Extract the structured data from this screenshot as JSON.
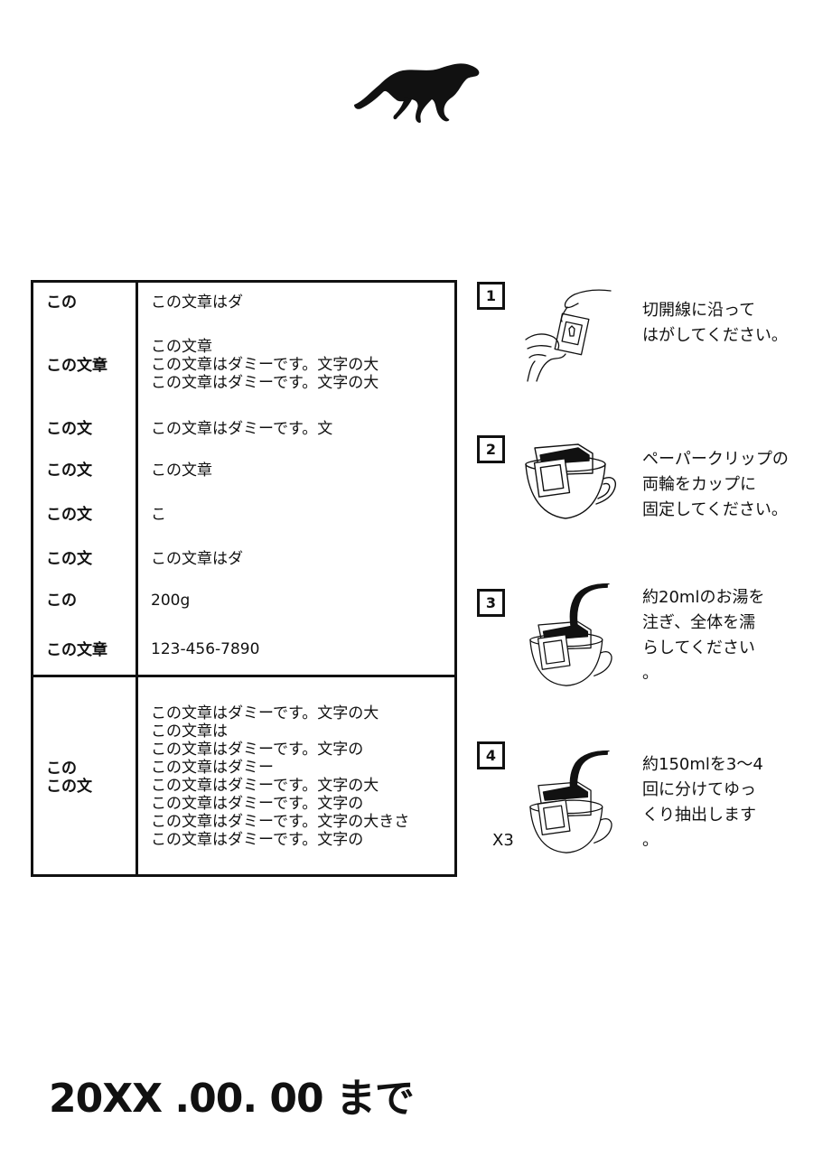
{
  "logo": {
    "icon": "cheetah-icon"
  },
  "table": {
    "rows": [
      {
        "label": "この",
        "value": "この文章はダ"
      },
      {
        "label": "この文章",
        "value_lines": [
          "この文章",
          "この文章はダミーです。文字の大",
          "この文章はダミーです。文字の大"
        ]
      },
      {
        "label": "この文",
        "value": "この文章はダミーです。文"
      },
      {
        "label": "この文",
        "value": "この文章"
      },
      {
        "label": "この文",
        "value": "こ"
      },
      {
        "label": "この文",
        "value": "この文章はダ"
      },
      {
        "label": "この",
        "value": "200g"
      },
      {
        "label": "この文章",
        "value": "123-456-7890"
      }
    ],
    "footer": {
      "label_lines": [
        "この",
        "この文"
      ],
      "value_lines": [
        "この文章はダミーです。文字の大",
        "この文章は",
        "この文章はダミーです。文字の",
        "この文章はダミー",
        "この文章はダミーです。文字の大",
        "この文章はダミーです。文字の",
        "この文章はダミーです。文字の大きさ",
        "この文章はダミーです。文字の"
      ]
    }
  },
  "steps": [
    {
      "number": "1",
      "icon": "hands-tearing-packet-icon",
      "lines": [
        "切開線に沿って",
        "はがしてください。"
      ]
    },
    {
      "number": "2",
      "icon": "drip-bag-on-cup-icon",
      "lines": [
        "ペーパークリップの",
        "両輪をカップに",
        "固定してください。"
      ]
    },
    {
      "number": "3",
      "icon": "pouring-water-icon",
      "lines": [
        "約20mlのお湯を",
        "注ぎ、全体を濡",
        "らしてください",
        "。"
      ]
    },
    {
      "number": "4",
      "icon": "pouring-water-repeat-icon",
      "lines": [
        "約150mlを3〜4",
        "回に分けてゆっ",
        "くり抽出します",
        "。"
      ],
      "repeat": "X3"
    }
  ],
  "deadline": "20XX .00. 00 まで",
  "colors": {
    "ink": "#111111",
    "background": "#ffffff"
  }
}
